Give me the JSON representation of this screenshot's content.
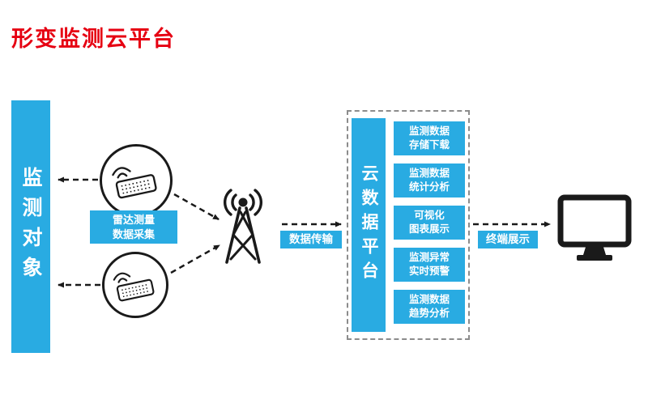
{
  "title": "形变监测云平台",
  "colors": {
    "accent": "#29ABE2",
    "title_red": "#E60012",
    "ink": "#1A1A1A"
  },
  "monitored_object": {
    "label": "监测对象"
  },
  "sensor_group": {
    "label_line1": "雷达测量",
    "label_line2": "数据采集"
  },
  "transmission": {
    "label": "数据传输"
  },
  "cloud_platform": {
    "label": "云数据平台",
    "functions": [
      {
        "line1": "监测数据",
        "line2": "存储下载"
      },
      {
        "line1": "监测数据",
        "line2": "统计分析"
      },
      {
        "line1": "可视化",
        "line2": "图表展示"
      },
      {
        "line1": "监测异常",
        "line2": "实时预警"
      },
      {
        "line1": "监测数据",
        "line2": "趋势分析"
      }
    ]
  },
  "terminal": {
    "label": "终端展示"
  },
  "icons": {
    "sensor": "radar-sensor-icon",
    "tower": "broadcast-tower-icon",
    "monitor": "monitor-icon",
    "arrows": "dashed-arrow"
  }
}
